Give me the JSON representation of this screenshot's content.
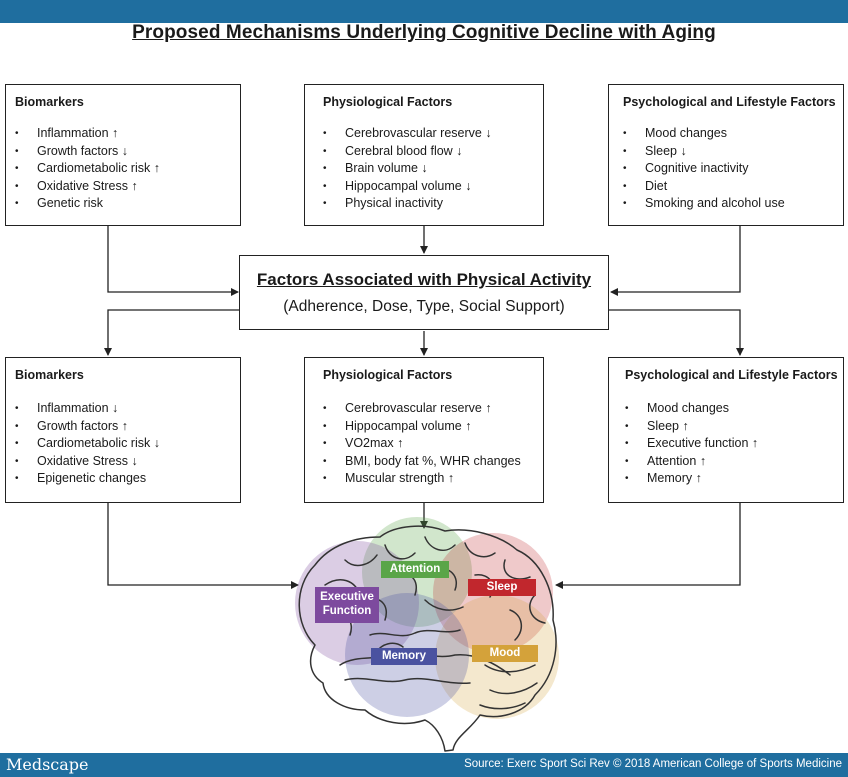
{
  "title": "Proposed Mechanisms Underlying Cognitive Decline with Aging",
  "top_boxes": [
    {
      "title": "Biomarkers",
      "items": [
        "Inflammation ↑",
        "Growth factors ↓",
        "Cardiometabolic risk ↑",
        "Oxidative Stress ↑",
        "Genetic risk"
      ]
    },
    {
      "title": "Physiological Factors",
      "items": [
        "Cerebrovascular reserve ↓",
        "Cerebral blood flow  ↓",
        "Brain volume  ↓",
        "Hippocampal volume  ↓",
        "Physical inactivity"
      ]
    },
    {
      "title": "Psychological and Lifestyle Factors",
      "items": [
        "Mood changes",
        "Sleep ↓",
        "Cognitive inactivity",
        "Diet",
        "Smoking and alcohol use"
      ]
    }
  ],
  "center": {
    "title": "Factors Associated with Physical Activity",
    "subtitle": "(Adherence, Dose, Type, Social Support)"
  },
  "bottom_boxes": [
    {
      "title": "Biomarkers",
      "items": [
        "Inflammation ↓",
        "Growth factors ↑",
        "Cardiometabolic risk ↓",
        "Oxidative Stress ↓",
        "Epigenetic changes"
      ]
    },
    {
      "title": "Physiological Factors",
      "items": [
        "Cerebrovascular reserve ↑",
        "Hippocampal volume ↑",
        "VO2max ↑",
        "BMI, body fat %, WHR changes",
        "Muscular strength ↑"
      ]
    },
    {
      "title": "Psychological and Lifestyle Factors",
      "items": [
        "Mood changes",
        "Sleep ↑",
        "Executive function ↑",
        "Attention ↑",
        "Memory ↑"
      ]
    }
  ],
  "brain_labels": {
    "executive": [
      "Executive",
      "Function"
    ],
    "attention": "Attention",
    "sleep": "Sleep",
    "memory": "Memory",
    "mood": "Mood"
  },
  "colors": {
    "banner": "#1f6e9f",
    "executive": "#7d4a9e",
    "attention": "#5aa548",
    "sleep": "#c1272d",
    "memory": "#4a52a0",
    "mood": "#d4a23a"
  },
  "footer": {
    "brand": "Medscape",
    "source": "Source: Exerc Sport Sci Rev © 2018 American College of Sports Medicine"
  }
}
